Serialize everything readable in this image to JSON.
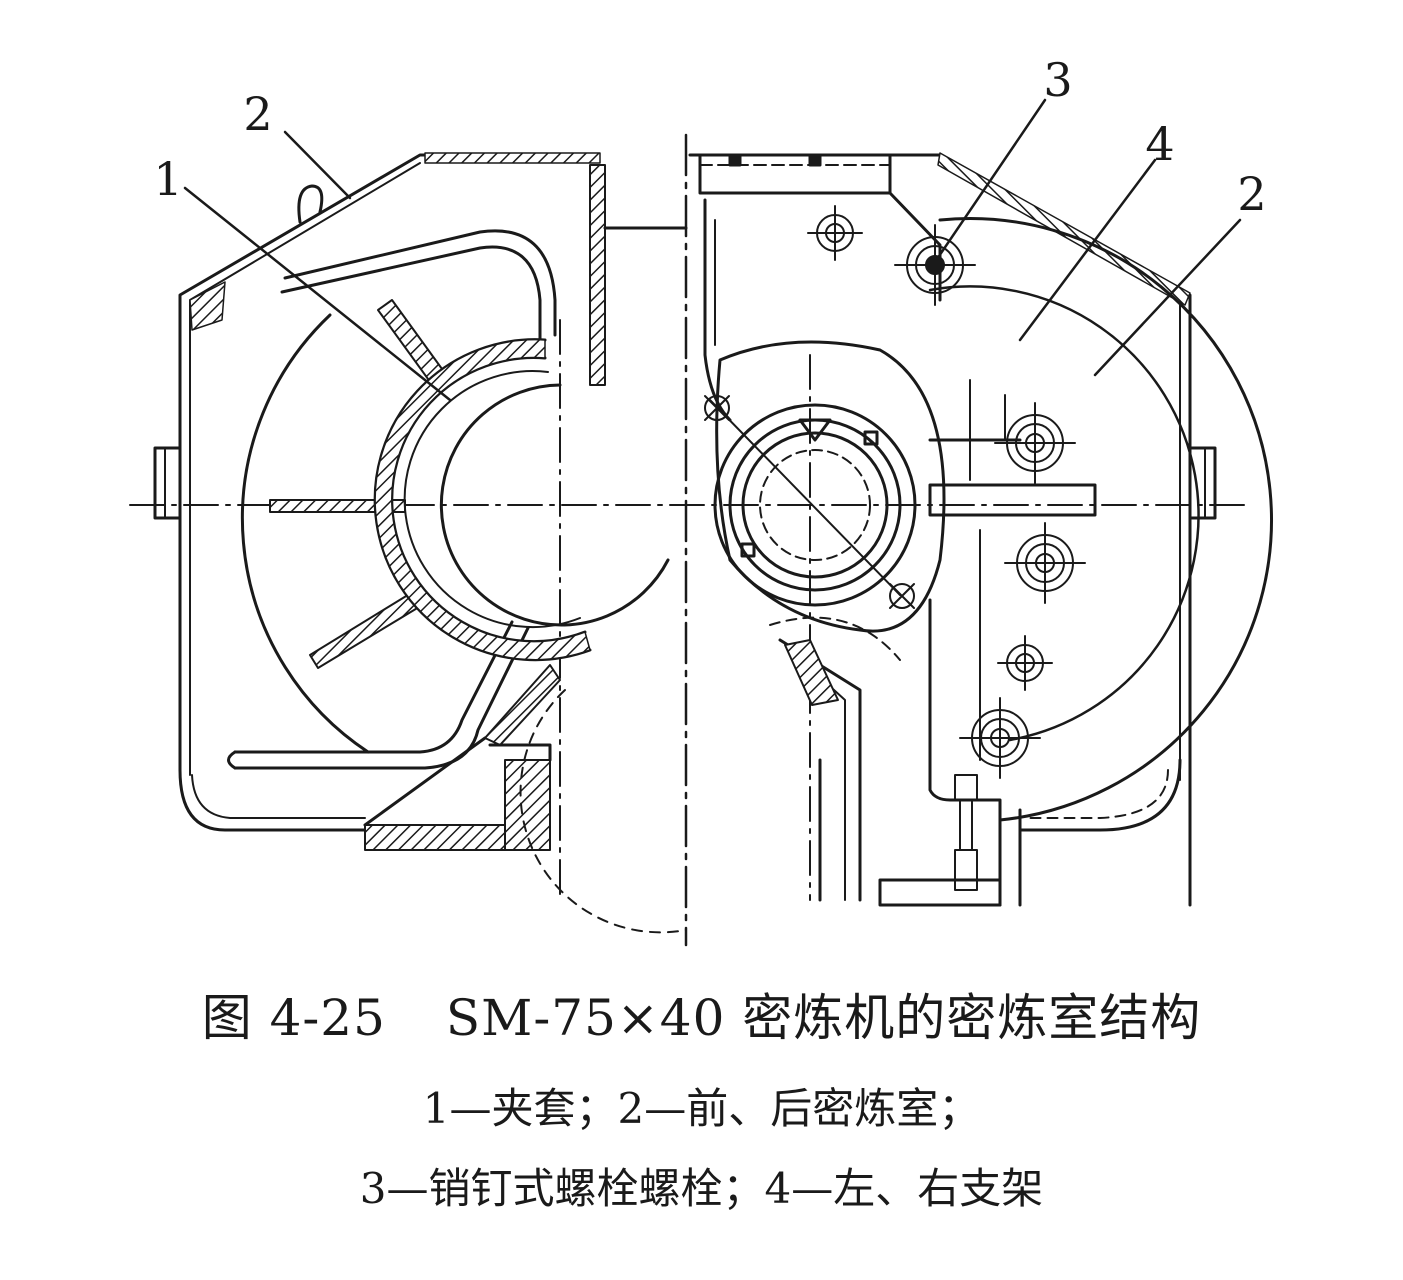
{
  "figure": {
    "number": "图 4-25",
    "title": "SM-75×40 密炼机的密炼室结构"
  },
  "callouts": [
    "1",
    "2",
    "3",
    "4",
    "2"
  ],
  "legend": {
    "line1": "1—夹套；2—前、后密炼室；",
    "line2": "3—销钉式螺栓螺栓；4—左、右支架"
  },
  "colors": {
    "ink": "#1a1a1a",
    "paper": "#ffffff"
  }
}
